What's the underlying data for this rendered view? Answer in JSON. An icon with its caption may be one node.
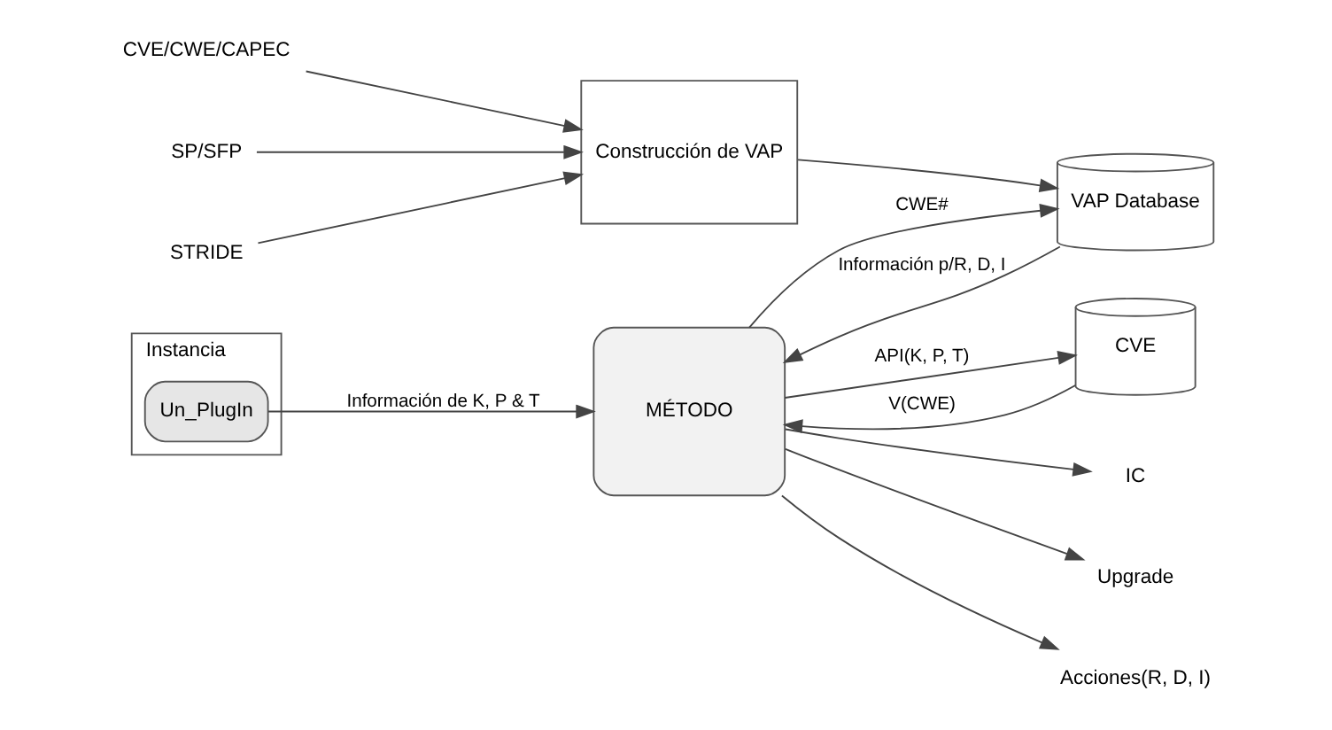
{
  "diagram": {
    "nodes": [
      {
        "text": [
          "Instancia"
        ]
      },
      {
        "text": [
          "Un_PlugIn"
        ],
        "in": 0
      },
      {
        "text": [
          "Construcción de VAP"
        ]
      },
      {
        "text": [
          "VAP Database"
        ]
      },
      {
        "text": [
          "MÉTODO"
        ]
      },
      {
        "text": [
          "CVE"
        ]
      },
      {
        "text": [
          "CVE/CWE/CAPEC"
        ]
      },
      {
        "text": [
          "SP/SFP"
        ]
      },
      {
        "text": [
          "STRIDE"
        ]
      },
      {
        "text": [
          "IC"
        ]
      },
      {
        "text": [
          "Upgrade"
        ]
      },
      {
        "text": [
          "Acciones(R, D, I)"
        ]
      }
    ],
    "edges": [
      {
        "from": 6,
        "to": 2,
        "arrow": "to"
      },
      {
        "from": 7,
        "to": 2,
        "arrow": "to"
      },
      {
        "from": 8,
        "to": 2,
        "arrow": "to"
      },
      {
        "from": 2,
        "to": 3,
        "arrow": "to"
      },
      {
        "from": 4,
        "to": 3,
        "arrow": "to",
        "label": "CWE#"
      },
      {
        "from": 3,
        "to": 4,
        "arrow": "to",
        "label": "Información p/R, D, I"
      },
      {
        "from": 1,
        "to": 4,
        "arrow": "to",
        "label": "Información de K, P & T"
      },
      {
        "from": 4,
        "to": 5,
        "arrow": "to",
        "label": "API(K, P, T)"
      },
      {
        "from": 5,
        "to": 4,
        "arrow": "to",
        "label": "V(CWE)"
      },
      {
        "from": 4,
        "to": 9,
        "arrow": "to"
      },
      {
        "from": 4,
        "to": 10,
        "arrow": "to"
      },
      {
        "from": 4,
        "to": 11,
        "arrow": "to"
      }
    ]
  }
}
